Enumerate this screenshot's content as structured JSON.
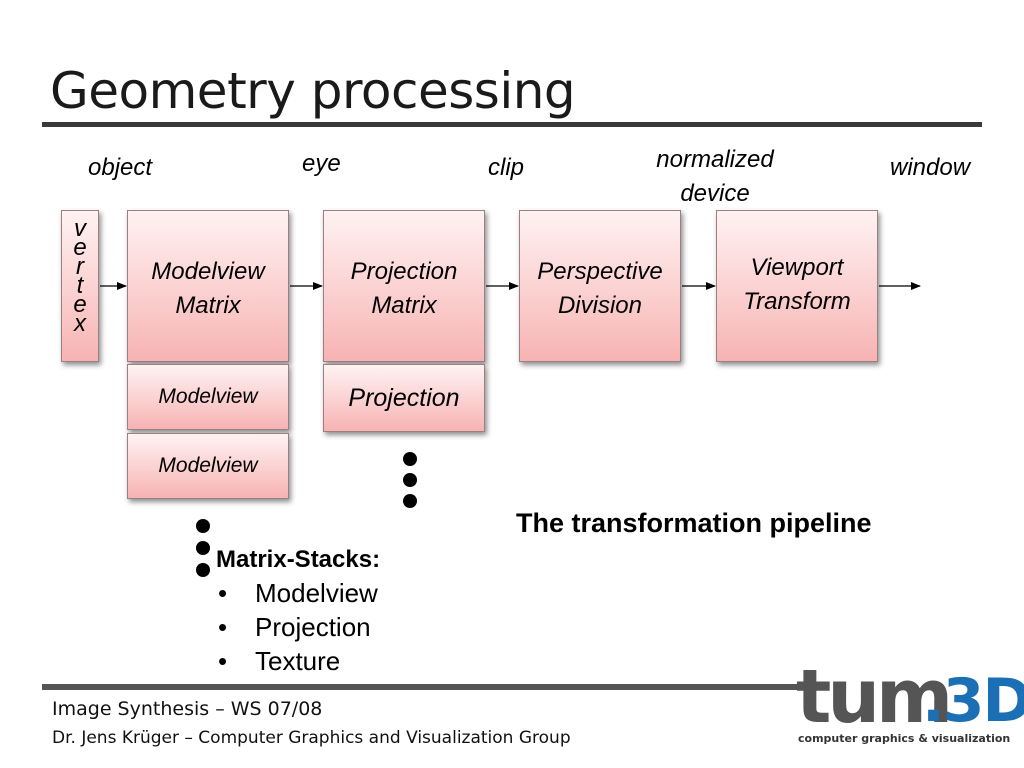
{
  "slide": {
    "title": "Geometry processing"
  },
  "space_labels": {
    "object": "object",
    "eye": "eye",
    "clip": "clip",
    "normalized_device": "normalized\ndevice",
    "window": "window"
  },
  "vertex": {
    "letters": [
      "v",
      "e",
      "r",
      "t",
      "e",
      "x"
    ]
  },
  "pipeline": {
    "modelview_matrix": "Modelview\nMatrix",
    "projection_matrix": "Projection\nMatrix",
    "perspective_division": "Perspective\nDivision",
    "viewport_transform": "Viewport\nTransform"
  },
  "stack_boxes": {
    "modelview_1": "Modelview",
    "modelview_2": "Modelview",
    "projection_1": "Projection"
  },
  "caption": "The transformation pipeline",
  "matrix_stacks": {
    "title": "Matrix-Stacks:",
    "items": [
      "Modelview",
      "Projection",
      "Texture"
    ]
  },
  "footer": {
    "course": "Image Synthesis – WS 07/08",
    "author": "Dr. Jens Krüger – Computer Graphics and Visualization Group"
  },
  "logo": {
    "mark": "tum",
    "suffix": ".3D",
    "subtitle": "computer graphics & visualization"
  },
  "colors": {
    "box_top": "#fff2f2",
    "box_bottom": "#f7b3b3",
    "rule": "#3a3a3a",
    "logo_blue": "#1b6fb5"
  }
}
